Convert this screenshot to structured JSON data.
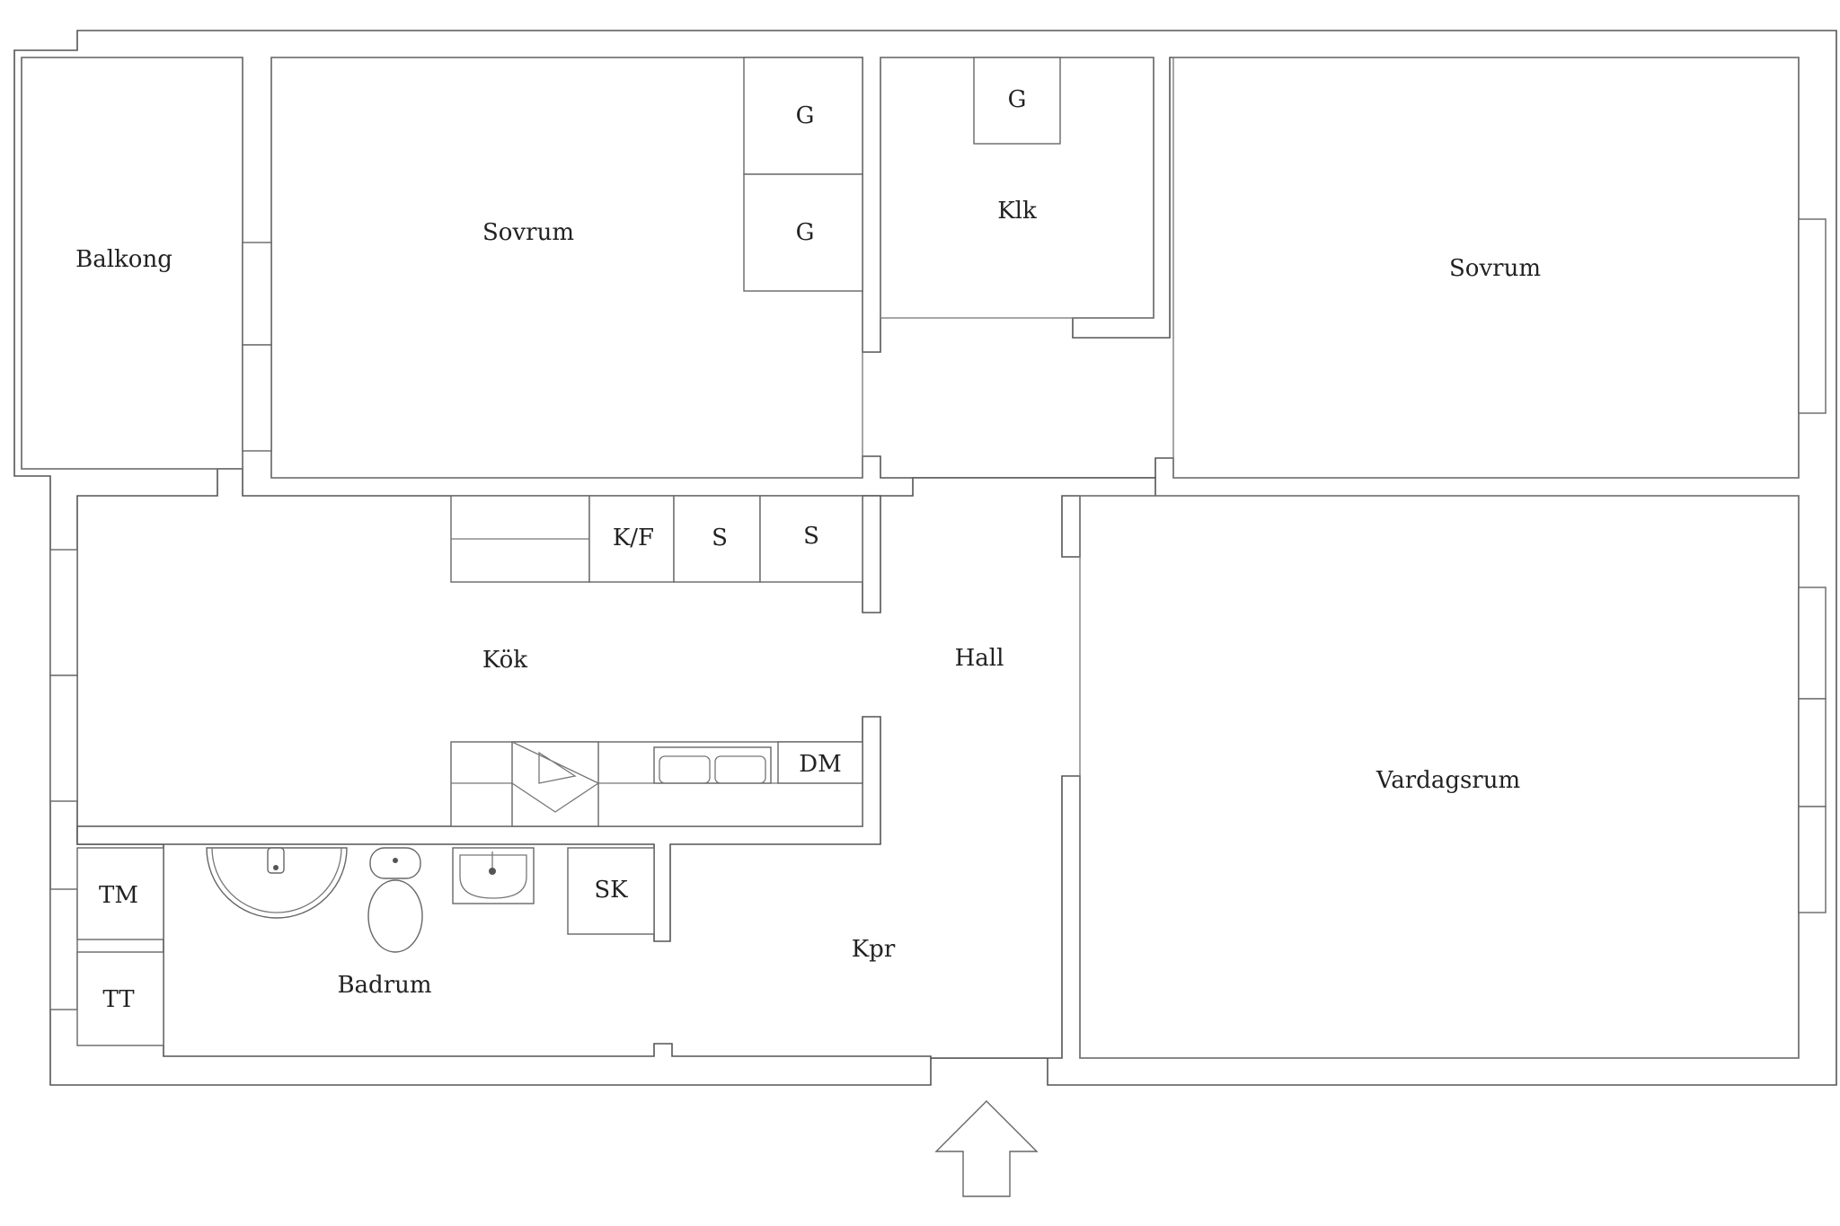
{
  "rooms": {
    "balkong": "Balkong",
    "sovrum_left": "Sovrum",
    "sovrum_right": "Sovrum",
    "klk": "Klk",
    "kok": "Kök",
    "hall": "Hall",
    "vardagsrum": "Vardagsrum",
    "badrum": "Badrum",
    "kpr": "Kpr"
  },
  "fixtures": {
    "g1": "G",
    "g2": "G",
    "g3": "G",
    "kf": "K/F",
    "s1": "S",
    "s2": "S",
    "dm": "DM",
    "sk": "SK",
    "tm": "TM",
    "tt": "TT"
  },
  "icons": {
    "entrance": "arrow-up-icon",
    "stove": "stove-icon",
    "sink": "kitchen-sink-icon",
    "toilet": "toilet-icon",
    "washbasin": "washbasin-icon",
    "shower": "shower-icon"
  }
}
